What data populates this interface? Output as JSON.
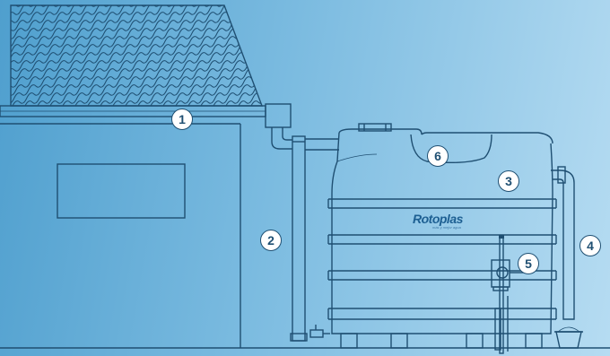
{
  "brand": {
    "logo_text": "Rotoplas",
    "tagline": "más y mejor agua",
    "logo_color": "#1d5f92"
  },
  "callouts": [
    {
      "label": "1",
      "target": "gutter"
    },
    {
      "label": "2",
      "target": "downspout"
    },
    {
      "label": "3",
      "target": "tank-body"
    },
    {
      "label": "4",
      "target": "overflow-pipe"
    },
    {
      "label": "5",
      "target": "valve"
    },
    {
      "label": "6",
      "target": "tank-lid"
    }
  ],
  "colors": {
    "line": "#1f4f72",
    "background_start": "#4f9fce",
    "background_end": "#b6dcf2",
    "badge_fill": "#ffffff"
  }
}
